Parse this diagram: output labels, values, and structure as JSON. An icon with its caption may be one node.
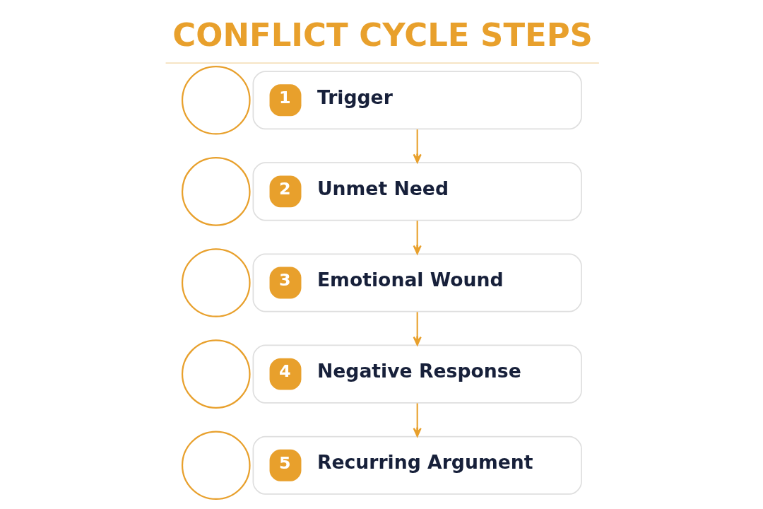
{
  "diagram": {
    "title": "CONFLICT CYCLE STEPS",
    "nodes": [
      {
        "text": [],
        "shape": "circle"
      },
      {
        "text": [
          "1",
          "Trigger"
        ]
      },
      {
        "text": [],
        "shape": "circle"
      },
      {
        "text": [
          "2",
          "Unmet Need"
        ]
      },
      {
        "text": [],
        "shape": "circle"
      },
      {
        "text": [
          "3",
          "Emotional Wound"
        ]
      },
      {
        "text": [],
        "shape": "circle"
      },
      {
        "text": [
          "4",
          "Negative Response"
        ]
      },
      {
        "text": [],
        "shape": "circle"
      },
      {
        "text": [
          "5",
          "Recurring Argument"
        ]
      }
    ],
    "edges": [
      {
        "from": 1,
        "to": 3,
        "arrow": "to"
      },
      {
        "from": 3,
        "to": 5,
        "arrow": "to"
      },
      {
        "from": 5,
        "to": 7,
        "arrow": "to"
      },
      {
        "from": 7,
        "to": 9,
        "arrow": "to"
      }
    ]
  }
}
